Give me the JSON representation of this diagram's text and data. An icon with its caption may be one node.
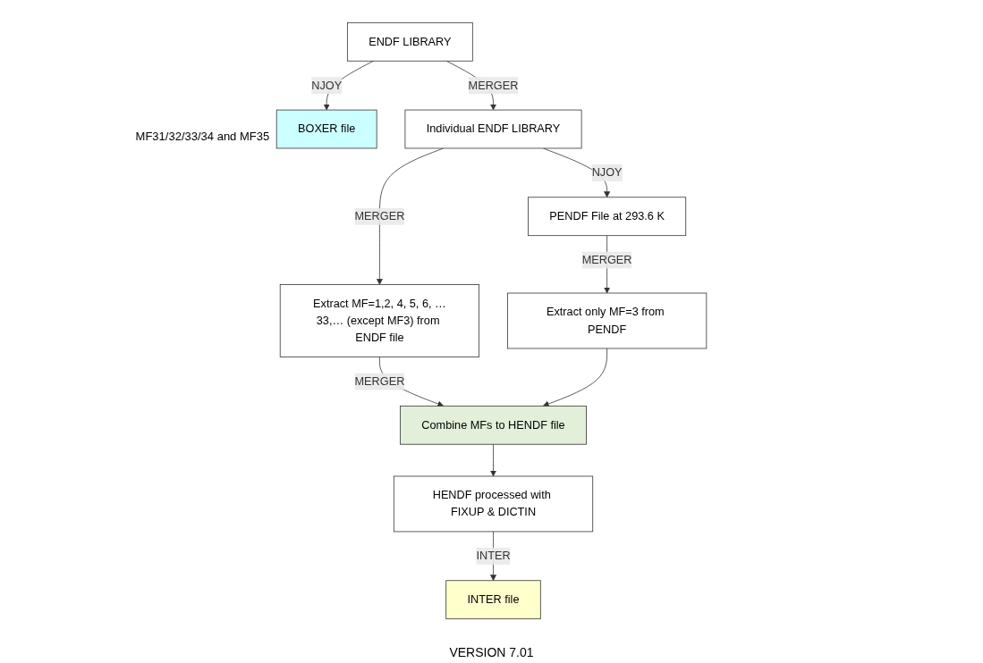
{
  "diagram": {
    "nodes": [
      {
        "text": [
          "ENDF LIBRARY"
        ]
      },
      {
        "text": [
          "BOXER file"
        ],
        "beside": [
          "MF31/32/33/34 and MF35"
        ]
      },
      {
        "text": [
          "Individual ENDF LIBRARY"
        ]
      },
      {
        "text": [
          "Extract MF=1,2, 4, 5, 6, …33,… (except MF3) from ENDF file"
        ]
      },
      {
        "text": [
          "PENDF File at 293.6 K"
        ]
      },
      {
        "text": [
          "Extract only MF=3 from PENDF"
        ]
      },
      {
        "text": [
          "Combine MFs to HENDF file"
        ]
      },
      {
        "text": [
          "HENDF processed with FIXUP & DICTIN"
        ]
      },
      {
        "text": [
          "INTER file"
        ]
      }
    ],
    "edges": [
      {
        "from": 0,
        "to": 1,
        "arrow": "to",
        "label": "NJOY"
      },
      {
        "from": 0,
        "to": 2,
        "arrow": "to",
        "label": "MERGER"
      },
      {
        "from": 2,
        "to": 3,
        "arrow": "to",
        "label": "MERGER"
      },
      {
        "from": 2,
        "to": 4,
        "arrow": "to",
        "label": "NJOY"
      },
      {
        "from": 4,
        "to": 5,
        "arrow": "to",
        "label": "MERGER"
      },
      {
        "from": 3,
        "to": 6,
        "arrow": "to",
        "label": "MERGER"
      },
      {
        "from": 5,
        "to": 6,
        "arrow": "to"
      },
      {
        "from": 6,
        "to": 7,
        "arrow": "to"
      },
      {
        "from": 7,
        "to": 8,
        "arrow": "to",
        "label": "INTER"
      }
    ],
    "labels": [
      "VERSION 7.01"
    ]
  }
}
